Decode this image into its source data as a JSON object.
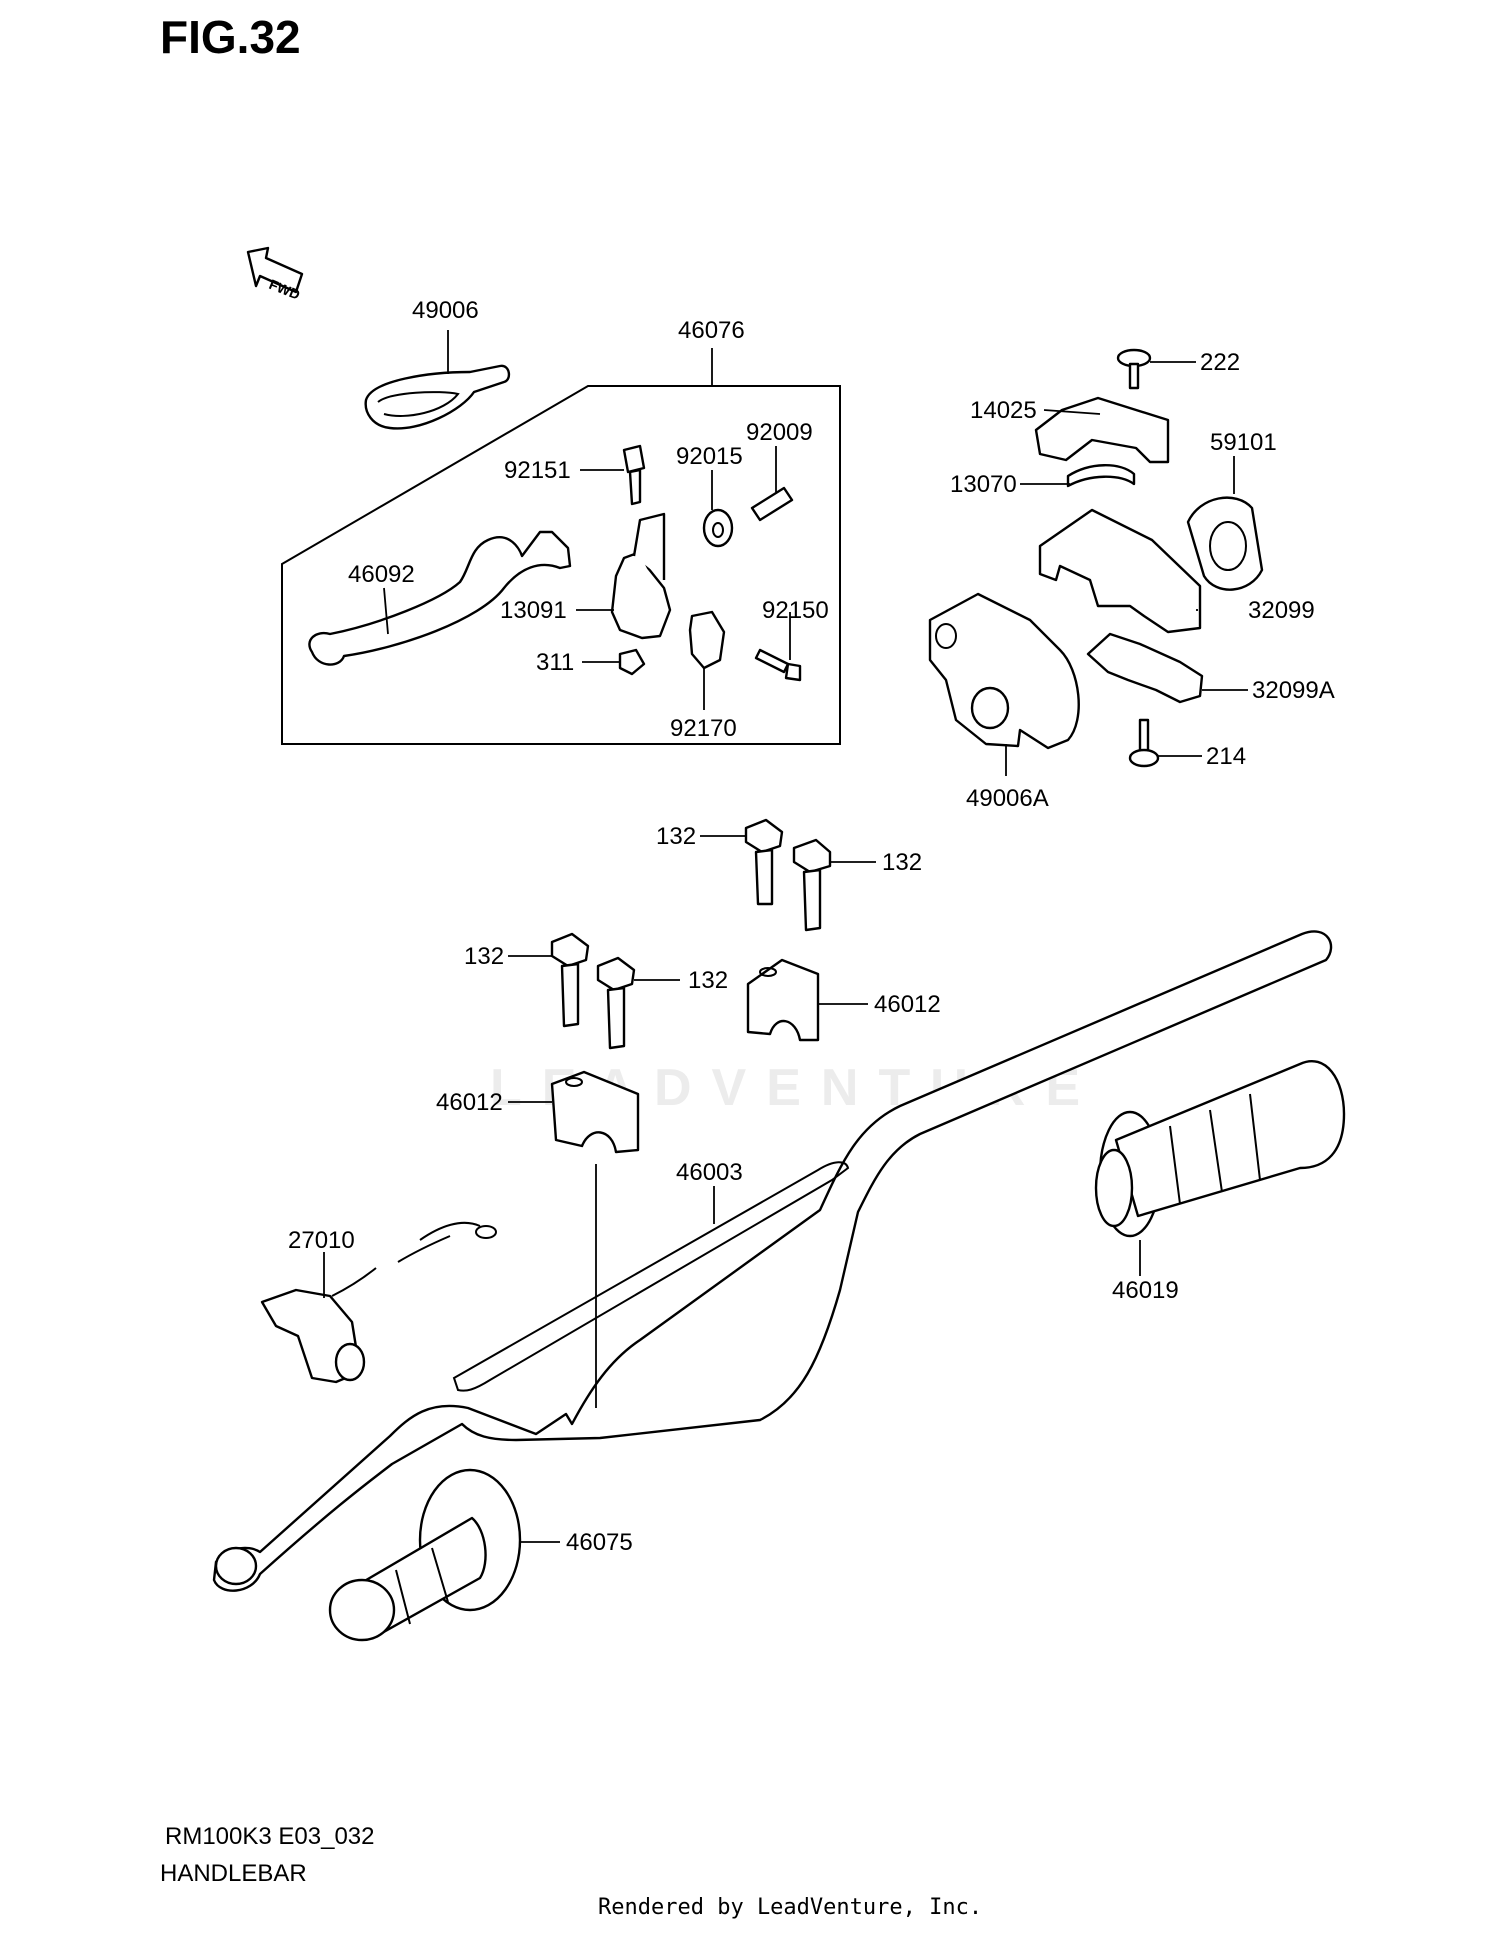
{
  "figure": {
    "title": "FIG.32",
    "model_code": "RM100K3 E03_032",
    "name": "HANDLEBAR",
    "rendered_by": "Rendered by LeadVenture, Inc.",
    "watermark": "LEADVENTURE",
    "fwd_label": "FWD"
  },
  "callouts": [
    {
      "id": "49006",
      "label": "49006"
    },
    {
      "id": "46076",
      "label": "46076"
    },
    {
      "id": "222",
      "label": "222"
    },
    {
      "id": "14025",
      "label": "14025"
    },
    {
      "id": "92009",
      "label": "92009"
    },
    {
      "id": "92151",
      "label": "92151"
    },
    {
      "id": "92015",
      "label": "92015"
    },
    {
      "id": "59101",
      "label": "59101"
    },
    {
      "id": "13070",
      "label": "13070"
    },
    {
      "id": "46092",
      "label": "46092"
    },
    {
      "id": "13091",
      "label": "13091"
    },
    {
      "id": "92150",
      "label": "92150"
    },
    {
      "id": "32099",
      "label": "32099"
    },
    {
      "id": "311",
      "label": "311"
    },
    {
      "id": "32099A",
      "label": "32099A"
    },
    {
      "id": "92170",
      "label": "92170"
    },
    {
      "id": "214",
      "label": "214"
    },
    {
      "id": "49006A",
      "label": "49006A"
    },
    {
      "id": "132a",
      "label": "132"
    },
    {
      "id": "132b",
      "label": "132"
    },
    {
      "id": "132c",
      "label": "132"
    },
    {
      "id": "132d",
      "label": "132"
    },
    {
      "id": "46012a",
      "label": "46012"
    },
    {
      "id": "46012b",
      "label": "46012"
    },
    {
      "id": "46003",
      "label": "46003"
    },
    {
      "id": "27010",
      "label": "27010"
    },
    {
      "id": "46019",
      "label": "46019"
    },
    {
      "id": "46075",
      "label": "46075"
    }
  ]
}
